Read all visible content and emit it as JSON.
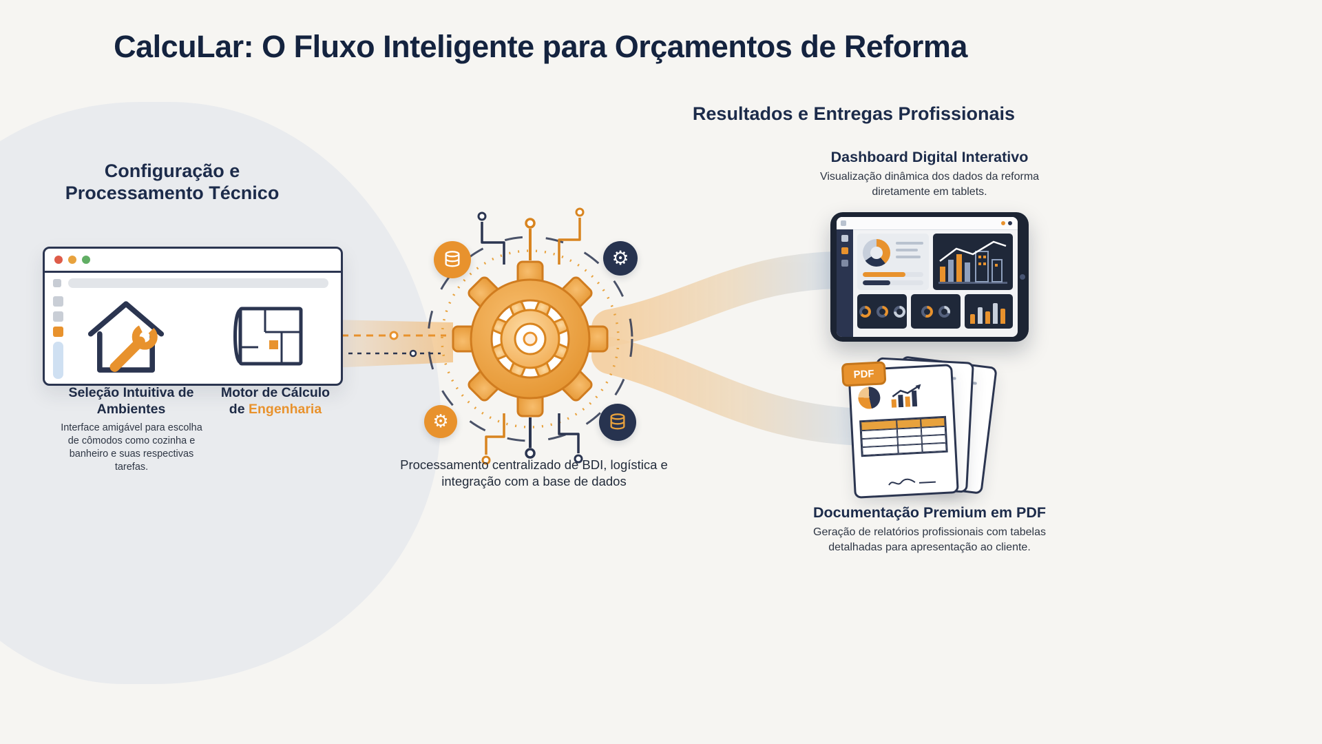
{
  "title": "CalcuLar: O Fluxo Inteligente para Orçamentos de Reforma",
  "left": {
    "heading": "Configuração e Processamento Técnico",
    "items": [
      {
        "label": "Seleção Intuitiva de Ambientes",
        "description": "Interface amigável para escolha de cômodos como cozinha e banheiro e suas respectivas tarefas."
      },
      {
        "label_line1": "Motor de Cálculo",
        "label_line2_prefix": "de",
        "label_accent": "Engenharia"
      }
    ]
  },
  "center": {
    "caption": "Processamento centralizado de BDI, logística e integração com a base de dados"
  },
  "right": {
    "heading": "Resultados e Entregas Profissionais",
    "dashboard": {
      "title": "Dashboard Digital Interativo",
      "description": "Visualização dinâmica dos dados da reforma diretamente em tablets."
    },
    "pdf": {
      "badge": "PDF",
      "title": "Documentação Premium em PDF",
      "description": "Geração de relatórios profissionais com tabelas detalhadas para apresentação ao cliente."
    }
  },
  "colors": {
    "accent_orange": "#E8922D",
    "navy": "#1E2A47",
    "light_blue": "#BCD2EA",
    "blob_gray": "#E9EBEE",
    "background": "#F6F5F2"
  }
}
